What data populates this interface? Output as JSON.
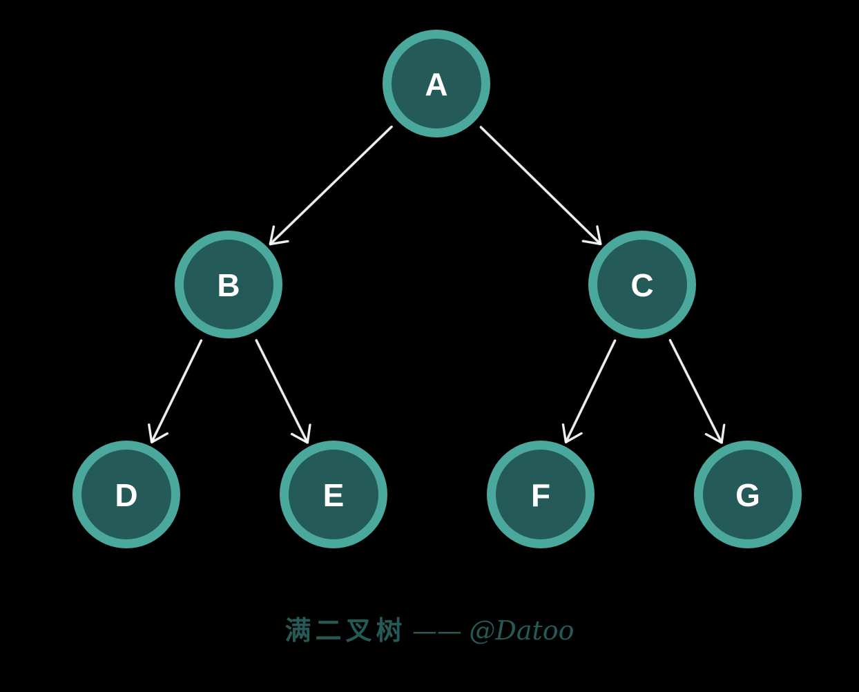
{
  "diagram": {
    "nodes": [
      {
        "id": "A",
        "label": "A"
      },
      {
        "id": "B",
        "label": "B"
      },
      {
        "id": "C",
        "label": "C"
      },
      {
        "id": "D",
        "label": "D"
      },
      {
        "id": "E",
        "label": "E"
      },
      {
        "id": "F",
        "label": "F"
      },
      {
        "id": "G",
        "label": "G"
      }
    ],
    "edges": [
      {
        "from": "A",
        "to": "B"
      },
      {
        "from": "A",
        "to": "C"
      },
      {
        "from": "B",
        "to": "D"
      },
      {
        "from": "B",
        "to": "E"
      },
      {
        "from": "C",
        "to": "F"
      },
      {
        "from": "C",
        "to": "G"
      }
    ],
    "colors": {
      "background": "#000000",
      "node_fill": "#245a58",
      "node_ring": "#4aa89c",
      "node_text": "#ffffff",
      "edge": "#ffffff",
      "caption": "#245a58"
    }
  },
  "caption": {
    "title": "满二叉树",
    "separator": "——",
    "author": "@Datoo"
  }
}
